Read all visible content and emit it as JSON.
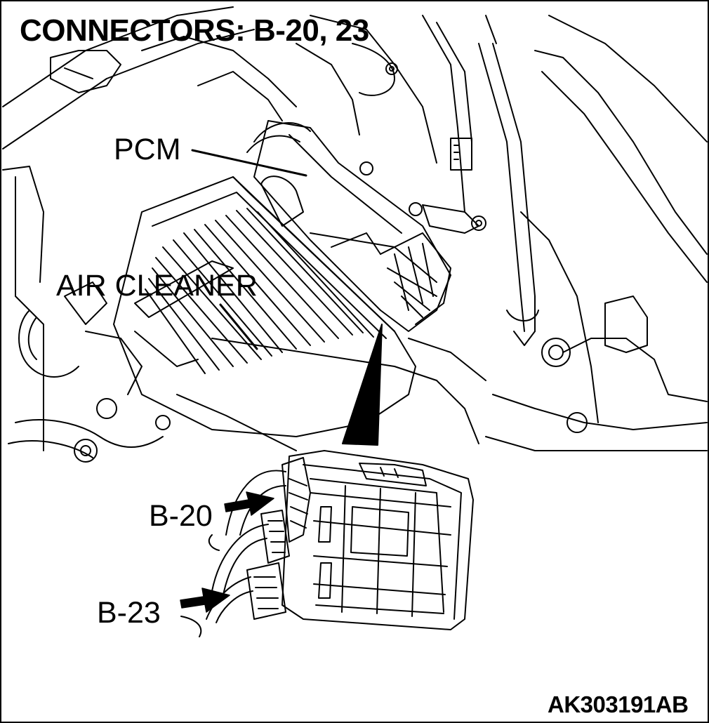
{
  "title": "CONNECTORS: B-20, 23",
  "labels": {
    "pcm": "PCM",
    "air_cleaner": "AIR CLEANER",
    "b20": "B-20",
    "b23": "B-23"
  },
  "figure_code": "AK303191AB",
  "colors": {
    "line": "#000000",
    "background": "#ffffff"
  }
}
